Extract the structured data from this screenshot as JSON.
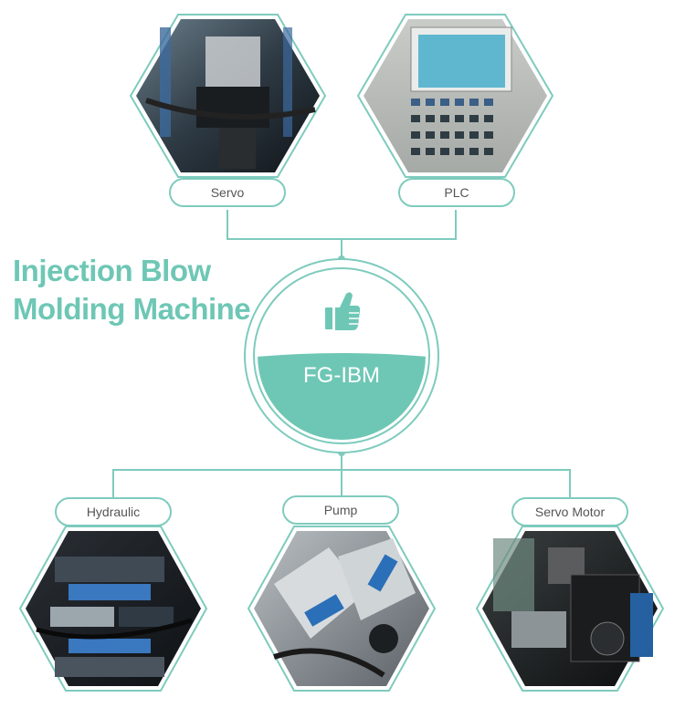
{
  "title": {
    "line1": "Injection Blow",
    "line2": "Molding Machine"
  },
  "center": {
    "label": "FG-IBM",
    "icon": "thumbs-up-icon"
  },
  "top_components": [
    {
      "label": "Servo",
      "photo": "servo-photo"
    },
    {
      "label": "PLC",
      "photo": "plc-photo"
    }
  ],
  "bottom_components": [
    {
      "label": "Hydraulic",
      "photo": "hydraulic-photo"
    },
    {
      "label": "Pump",
      "photo": "pump-photo"
    },
    {
      "label": "Servo Motor",
      "photo": "servo-motor-photo"
    }
  ],
  "colors": {
    "accent": "#6ec7b5",
    "line": "#7ecbbd",
    "text": "#555555"
  }
}
